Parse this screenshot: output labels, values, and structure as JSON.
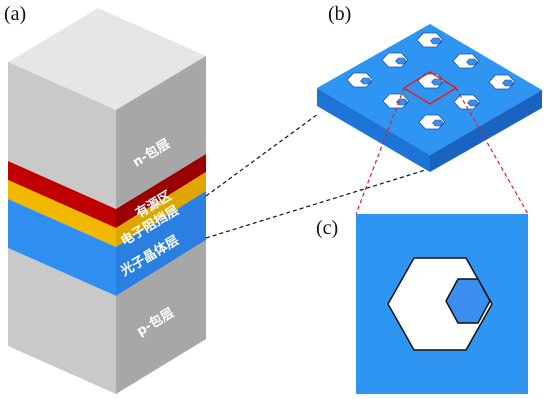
{
  "panels": {
    "a": "(a)",
    "b": "(b)",
    "c": "(c)"
  },
  "layers": {
    "n_cladding": "n-包层",
    "active_region": "有源区",
    "electron_blocking": "电子阻挡层",
    "photonic_crystal": "光子晶体层",
    "p_cladding": "p-包层"
  },
  "colors": {
    "cladding_front": "#c8c8c8",
    "cladding_side": "#9e9e9e",
    "cladding_top": "#e4e4e4",
    "active": "#c00000",
    "active_side": "#8e0000",
    "blocking": "#f2b800",
    "blocking_side": "#c98f00",
    "photonic": "#2f8ff0",
    "photonic_side": "#1a64c0",
    "slab_top": "#2f95f2",
    "slab_side": "#1b6fd1",
    "zoom_box": "#e01f1f",
    "hole": "#ffffff",
    "inner_hex": "#3a8ef0"
  }
}
